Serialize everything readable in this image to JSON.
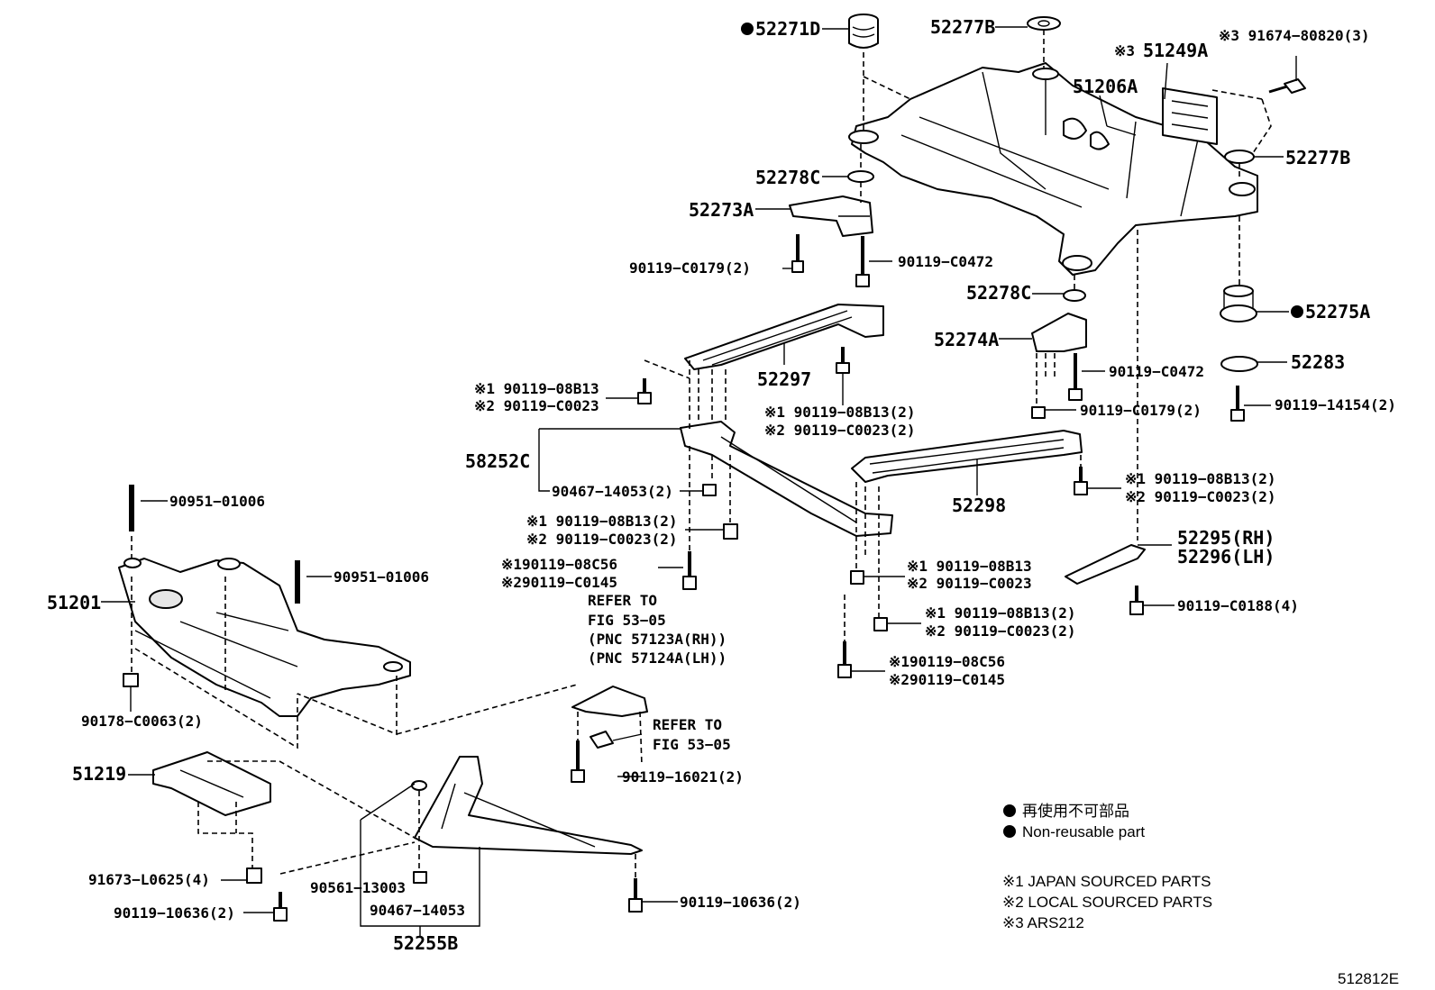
{
  "labels": {
    "p52271D": "52271D",
    "p52277B_top": "52277B",
    "p51249A_mark": "※3",
    "p51249A": "51249A",
    "p91674": "※3 91674−80820(3)",
    "p51206A": "51206A",
    "p52277B_right": "52277B",
    "p52278C_top": "52278C",
    "p52273A": "52273A",
    "p90119C0179_left": "90119−C0179(2)",
    "p90119C0472_top": "90119−C0472",
    "p52278C_mid": "52278C",
    "p52275A": "52275A",
    "p52274A": "52274A",
    "p52283": "52283",
    "p90119C0472_mid": "90119−C0472",
    "p90119C0179_right": "90119−C0179(2)",
    "p90119_14154": "90119−14154(2)",
    "p52297": "52297",
    "l1_a": "※1 90119−08B13",
    "l1_b": "※2 90119−C0023",
    "l2_a": "※1 90119−08B13(2)",
    "l2_b": "※2 90119−C0023(2)",
    "p58252C": "58252C",
    "p90467_14053_2": "90467−14053(2)",
    "l3_a": "※1 90119−08B13(2)",
    "l3_b": "※2 90119−C0023(2)",
    "l4_a": "※190119−08C56",
    "l4_b": "※290119−C0145",
    "p52298": "52298",
    "l5_a": "※1 90119−08B13(2)",
    "l5_b": "※2 90119−C0023(2)",
    "p52295": "52295(RH)",
    "p52296": "52296(LH)",
    "p90119C0188": "90119−C0188(4)",
    "l6_a": "※1 90119−08B13",
    "l6_b": "※2 90119−C0023",
    "l7_a": "※1 90119−08B13(2)",
    "l7_b": "※2 90119−C0023(2)",
    "l8_a": "※190119−08C56",
    "l8_b": "※290119−C0145",
    "p90951_01006_a": "90951−01006",
    "p90951_01006_b": "90951−01006",
    "p51201": "51201",
    "p90178": "90178−C0063(2)",
    "ref1_l1": "REFER TO",
    "ref1_l2": "FIG 53−05",
    "ref1_l3": "(PNC 57123A(RH))",
    "ref1_l4": "(PNC 57124A(LH))",
    "ref2_l1": "REFER TO",
    "ref2_l2": "FIG 53−05",
    "p90119_16021": "90119−16021(2)",
    "p51219": "51219",
    "p91673": "91673−L0625(4)",
    "p90119_10636_left": "90119−10636(2)",
    "p90561": "90561−13003",
    "p90467_14053": "90467−14053",
    "p52255B": "52255B",
    "p90119_10636_right": "90119−10636(2)"
  },
  "legend": {
    "nonreusable_jp": "再使用不可部品",
    "nonreusable_en": "Non-reusable part",
    "note1": "※1 JAPAN SOURCED PARTS",
    "note2": "※2 LOCAL SOURCED PARTS",
    "note3": "※3 ARS212"
  },
  "figure_id": "512812E"
}
